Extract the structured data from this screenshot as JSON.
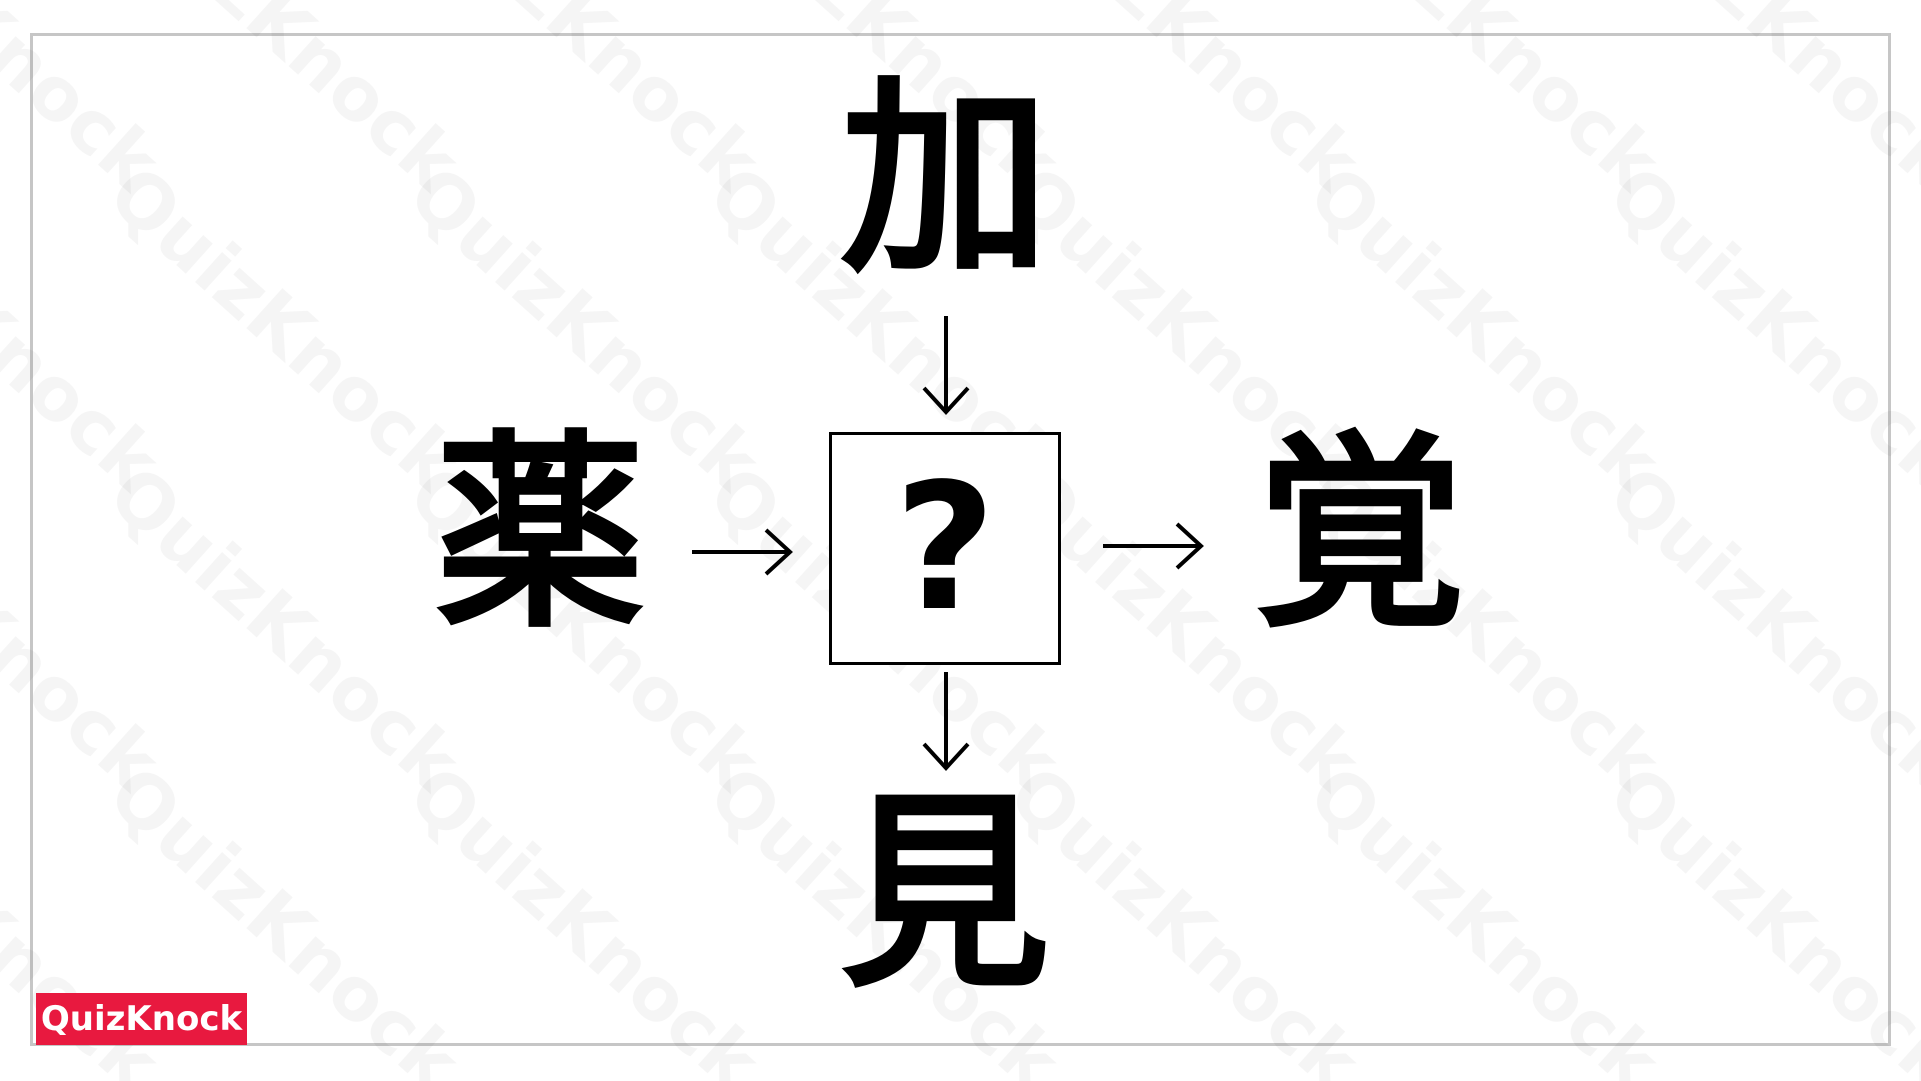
{
  "puzzle": {
    "top_char": "加",
    "left_char": "薬",
    "right_char": "覚",
    "bottom_char": "見",
    "answer_placeholder": "?"
  },
  "brand": {
    "logo_text": "QuizKnock",
    "logo_color": "#e8193f",
    "watermark_text": "QuizKnock"
  },
  "colors": {
    "background": "#ffffff",
    "frame_border": "#c6c6c6",
    "text": "#000000"
  }
}
